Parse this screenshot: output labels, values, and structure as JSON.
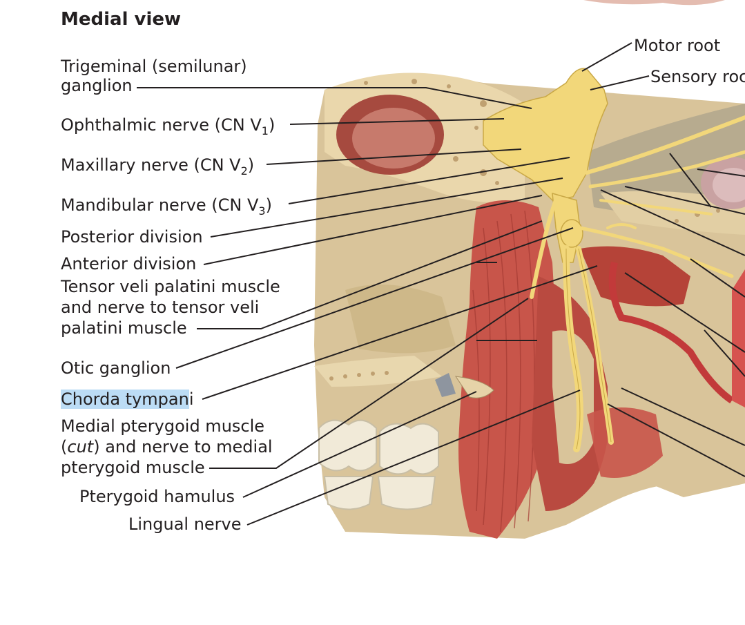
{
  "title": "Medial view",
  "labels": {
    "trigeminal_1": "Trigeminal (semilunar)",
    "trigeminal_2": "ganglion",
    "ophthalmic_a": "Ophthalmic nerve (CN V",
    "ophthalmic_sub": "1",
    "ophthalmic_b": ")",
    "maxillary_a": "Maxillary nerve (CN V",
    "maxillary_sub": "2",
    "maxillary_b": ")",
    "mandibular_a": "Mandibular nerve (CN V",
    "mandibular_sub": "3",
    "mandibular_b": ")",
    "posterior_division": "Posterior division",
    "anterior_division": "Anterior division",
    "tensor_1": "Tensor veli palatini muscle",
    "tensor_2": "and nerve to tensor veli",
    "tensor_3": "palatini muscle",
    "otic_ganglion": "Otic ganglion",
    "chorda_highlight": "Chorda tympan",
    "chorda_rest": "i",
    "medial_pter_1": "Medial pterygoid muscle",
    "medial_pter_2a": "(",
    "medial_pter_2_cut": "cut",
    "medial_pter_2b": ") and nerve to medial",
    "medial_pter_3": "pterygoid muscle",
    "pterygoid_hamulus": "Pterygoid hamulus",
    "lingual_nerve": "Lingual nerve",
    "motor_root": "Motor root",
    "sensory_root": "Sensory roc"
  },
  "colors": {
    "leader": "#231f20",
    "highlight": "#bcdcf5",
    "nerve": "#f2d77a",
    "muscle": "#c8554a",
    "bone": "#e6d3a8",
    "background_tissue": "#d9c49a",
    "artery": "#c23a3a"
  }
}
